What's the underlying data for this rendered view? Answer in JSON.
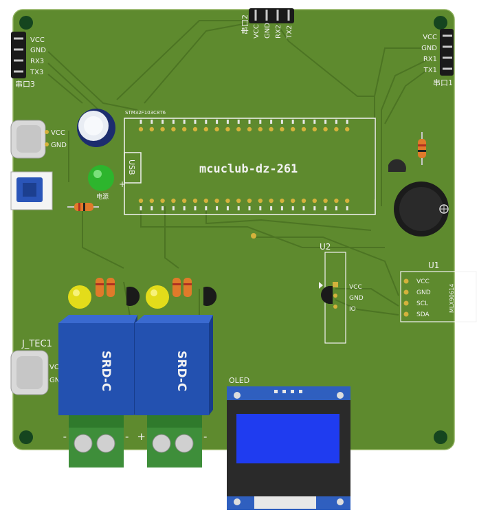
{
  "board": {
    "title": "mcuclub-dz-261",
    "usb_label": "USB",
    "mcu_header_label": "STM32F103C8T6"
  },
  "port3": {
    "name": "串口3",
    "pins": [
      "VCC",
      "GND",
      "RX3",
      "TX3"
    ]
  },
  "port2": {
    "name": "串口2",
    "pins": [
      "VCC",
      "GND",
      "RX2",
      "TX2"
    ]
  },
  "port1": {
    "name": "串口1",
    "pins": [
      "VCC",
      "GND",
      "RX1",
      "TX1"
    ]
  },
  "power": {
    "pins": [
      "VCC",
      "GND"
    ],
    "indicator_label": "电源"
  },
  "tec": {
    "name": "J_TEC1",
    "pins": [
      "VCC",
      "GND"
    ]
  },
  "u2": {
    "name": "U2",
    "pins": [
      "VCC",
      "GND",
      "IO"
    ]
  },
  "u1": {
    "name": "U1",
    "pins": [
      "VCC",
      "GND",
      "SCL",
      "SDA"
    ],
    "part": "MLX90614"
  },
  "relays": [
    {
      "label": "SRD-C"
    },
    {
      "label": "SRD-C"
    }
  ],
  "terminal": {
    "minus": "-",
    "plus": "+"
  },
  "oled": {
    "label": "OLED"
  },
  "colors": {
    "pcb": "#5e8a2e",
    "trace": "#4c7423",
    "relay": "#2351b0",
    "oled_screen": "#1f3cf0",
    "led_yellow": "#e3dc1a",
    "led_green": "#2db52d",
    "terminal": "#3e8e3a"
  }
}
